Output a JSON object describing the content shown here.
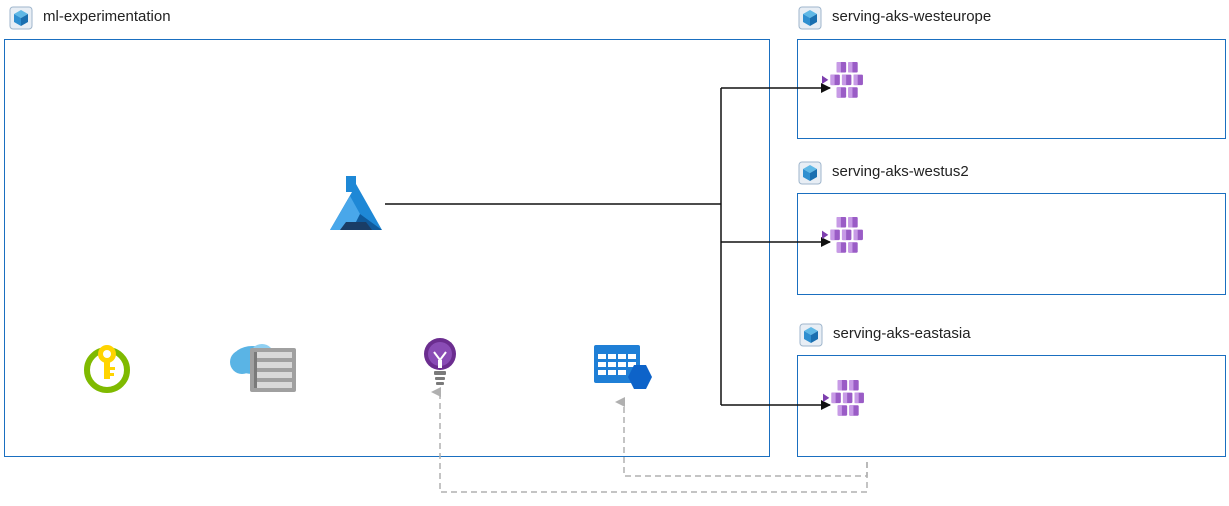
{
  "groups": {
    "experimentation": {
      "label": "ml-experimentation"
    },
    "serving": [
      {
        "label": "serving-aks-westeurope"
      },
      {
        "label": "serving-aks-westus2"
      },
      {
        "label": "serving-aks-eastasia"
      }
    ]
  },
  "icons": {
    "resource_group": "resource-group-cube-icon",
    "ml_workspace": "azure-machine-learning-icon",
    "key_vault": "key-vault-icon",
    "storage": "storage-account-icon",
    "app_insights": "application-insights-icon",
    "container_registry": "container-registry-icon",
    "aks": "kubernetes-service-icon"
  },
  "colors": {
    "border": "#1a6fc0",
    "connector": "#111111",
    "dashed": "#b0b0b0",
    "aks_purple": "#8c4fb5",
    "ml_blue": "#1e88d6",
    "keyvault_green": "#7fba00",
    "keyvault_yellow": "#ffd400",
    "insights_purple": "#6b2d8f",
    "acr_blue": "#1f7fd6",
    "storage_blue": "#5ab4e5"
  }
}
